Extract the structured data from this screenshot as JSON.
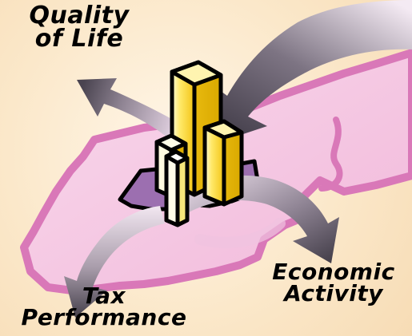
{
  "labels": {
    "quality_line1": "Quality",
    "quality_line2": "of Life",
    "economic_line1": "Economic",
    "economic_line2": "Activity",
    "tax_line1": "Tax",
    "tax_line2": "Performance"
  },
  "colors": {
    "background": "#fbe7c7",
    "map_fill": "#f6c9e4",
    "map_outline": "#d978b8",
    "map_base": "#9c6fb0",
    "arrow_dark": "#565060",
    "arrow_light": "#f1e6f0",
    "building_yellow": "#ffe25a",
    "building_light": "#fff7c0",
    "building_shadow": "#e4b400"
  },
  "icons": [
    "city-buildings-icon",
    "map-region-icon",
    "curved-arrow-icon"
  ]
}
